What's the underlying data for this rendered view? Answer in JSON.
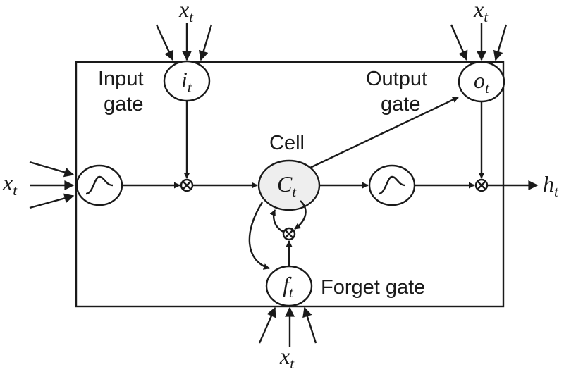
{
  "labels": {
    "input_gate_line1": "Input",
    "input_gate_line2": "gate",
    "output_gate_line1": "Output",
    "output_gate_line2": "gate",
    "cell": "Cell",
    "forget_gate": "Forget gate"
  },
  "symbols": {
    "input_var": "x",
    "input_sub": "t",
    "input_gate_var": "i",
    "output_gate_var": "o",
    "forget_gate_var": "f",
    "cell_var": "C",
    "hidden_var": "h",
    "subscript": "t"
  }
}
